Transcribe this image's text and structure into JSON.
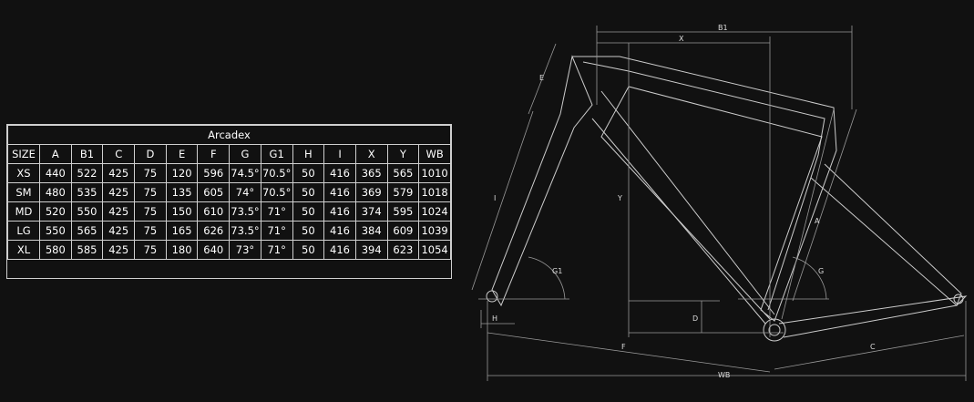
{
  "table": {
    "title": "Arcadex",
    "headers": [
      "SIZE",
      "A",
      "B1",
      "C",
      "D",
      "E",
      "F",
      "G",
      "G1",
      "H",
      "I",
      "X",
      "Y",
      "WB"
    ],
    "rows": [
      [
        "XS",
        "440",
        "522",
        "425",
        "75",
        "120",
        "596",
        "74.5°",
        "70.5°",
        "50",
        "416",
        "365",
        "565",
        "1010"
      ],
      [
        "SM",
        "480",
        "535",
        "425",
        "75",
        "135",
        "605",
        "74°",
        "70.5°",
        "50",
        "416",
        "369",
        "579",
        "1018"
      ],
      [
        "MD",
        "520",
        "550",
        "425",
        "75",
        "150",
        "610",
        "73.5°",
        "71°",
        "50",
        "416",
        "374",
        "595",
        "1024"
      ],
      [
        "LG",
        "550",
        "565",
        "425",
        "75",
        "165",
        "626",
        "73.5°",
        "71°",
        "50",
        "416",
        "384",
        "609",
        "1039"
      ],
      [
        "XL",
        "580",
        "585",
        "425",
        "75",
        "180",
        "640",
        "73°",
        "71°",
        "50",
        "416",
        "394",
        "623",
        "1054"
      ]
    ]
  },
  "diagram": {
    "labels": {
      "B1": "B1",
      "X": "X",
      "E": "E",
      "I": "I",
      "Y": "Y",
      "A": "A",
      "G": "G",
      "G1": "G1",
      "H": "H",
      "D": "D",
      "F": "F",
      "C": "C",
      "WB": "WB"
    }
  }
}
